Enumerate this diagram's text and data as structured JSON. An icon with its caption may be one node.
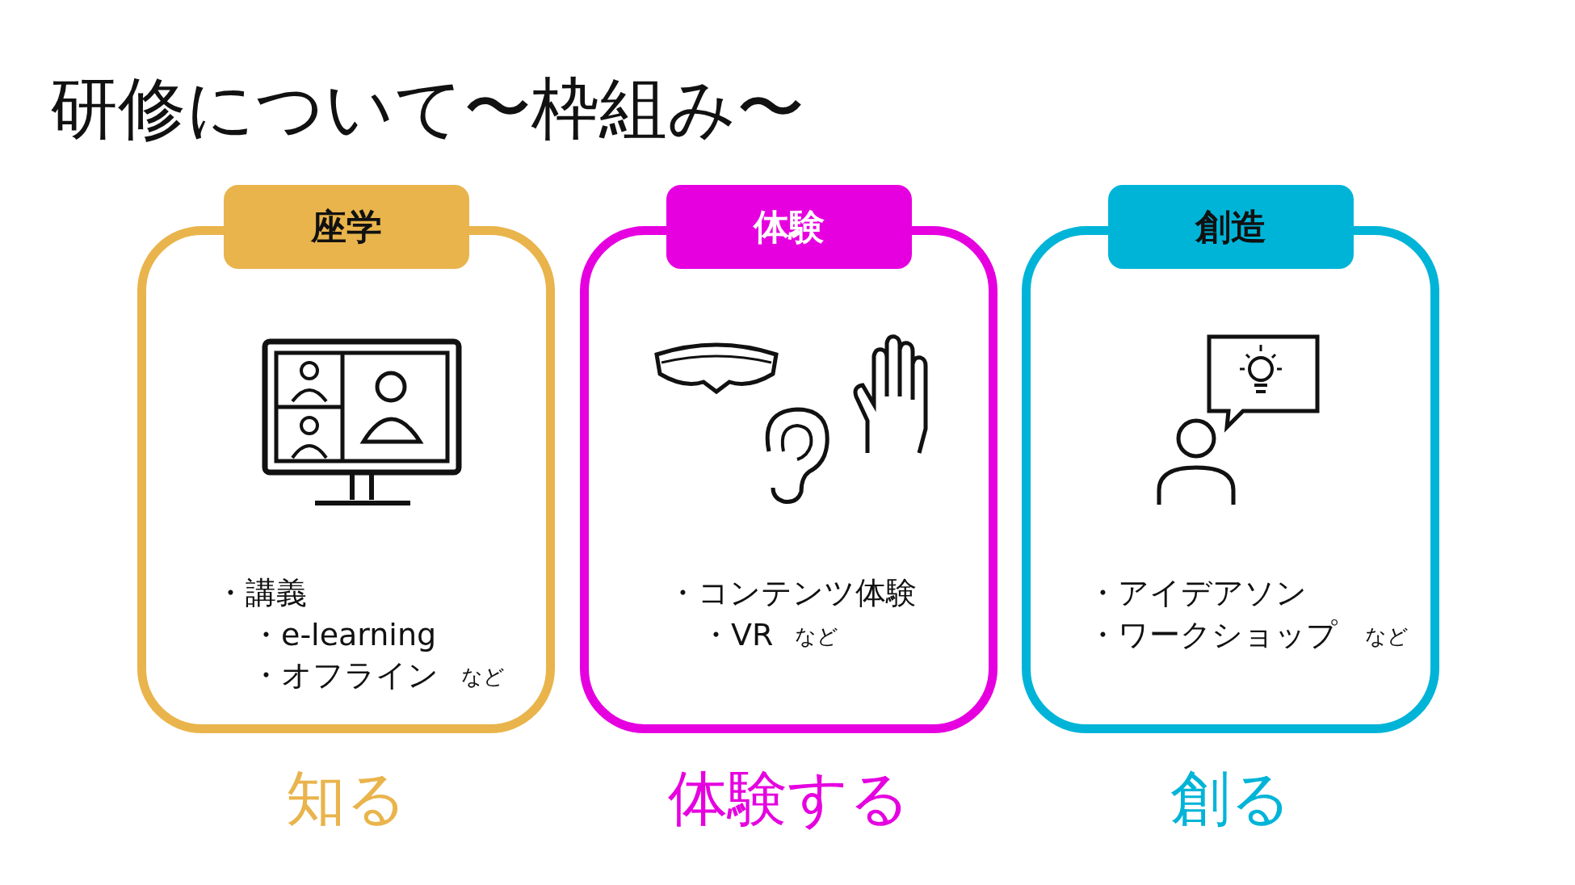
{
  "diagram": {
    "title": "研修について〜枠組み〜",
    "nodes": [
      {
        "text": [
          "座学",
          "・講義",
          "・e-learning",
          "・オフライン",
          "など"
        ],
        "beside": [
          "知る"
        ]
      },
      {
        "text": [
          "体験",
          "・コンテンツ体験",
          "・VR",
          "など"
        ],
        "beside": [
          "体験する"
        ]
      },
      {
        "text": [
          "創造",
          "・アイデアソン",
          "・ワークショップ",
          "など"
        ],
        "beside": [
          "創る"
        ]
      }
    ]
  }
}
